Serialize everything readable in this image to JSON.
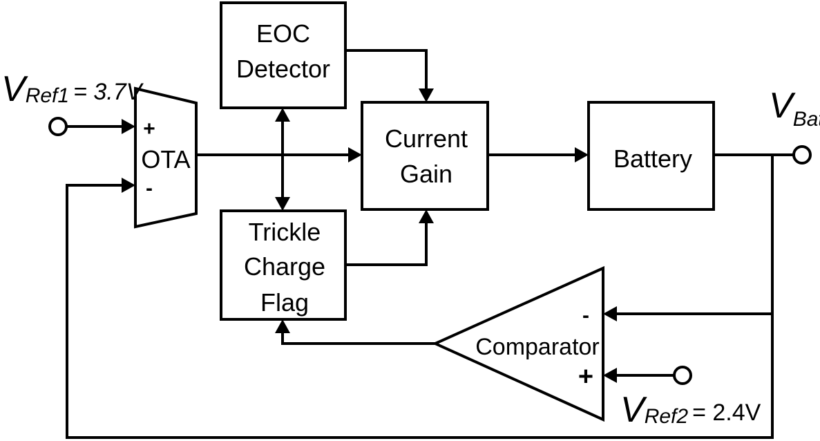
{
  "blocks": {
    "eoc": {
      "line1": "EOC",
      "line2": "Detector"
    },
    "current_gain": {
      "line1": "Current",
      "line2": "Gain"
    },
    "battery": {
      "label": "Battery"
    },
    "trickle": {
      "line1": "Trickle",
      "line2": "Charge",
      "line3": "Flag"
    },
    "ota": {
      "label": "OTA",
      "plus": "+",
      "minus": "-"
    },
    "comparator": {
      "label": "Comparator",
      "plus": "+",
      "minus": "-"
    }
  },
  "terminals": {
    "vref1": {
      "symbol": "V",
      "subscript": "Ref1",
      "value": "= 3.7V"
    },
    "vref2": {
      "symbol": "V",
      "subscript": "Ref2",
      "value": "= 2.4V"
    },
    "vbat": {
      "symbol": "V",
      "subscript": "Bat"
    }
  }
}
